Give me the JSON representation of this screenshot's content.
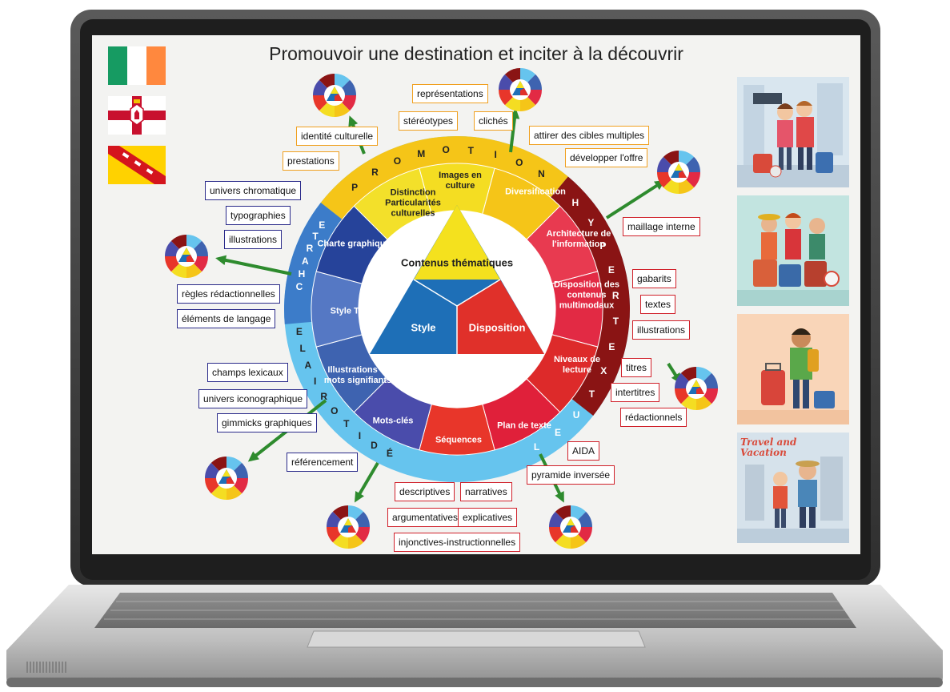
{
  "title": "Promouvoir une destination et inciter à la découvrir",
  "triangle": {
    "top": "Contenus thématiques",
    "left": "Style",
    "right": "Disposition"
  },
  "segments": [
    {
      "label": "Images en culture",
      "color": "#f4dd22"
    },
    {
      "label": "Diversification",
      "color": "#f5c518"
    },
    {
      "label": "Architecture de l'information",
      "color": "#e83a50"
    },
    {
      "label": "Disposition des contenus multimodaux",
      "color": "#e22a44"
    },
    {
      "label": "Niveaux de lecture",
      "color": "#dd2a2a"
    },
    {
      "label": "Plan de texte",
      "color": "#e0203a"
    },
    {
      "label": "Séquences",
      "color": "#e8362a"
    },
    {
      "label": "Mots-clés",
      "color": "#4a4cab"
    },
    {
      "label": "Illustrations et mots signifiants",
      "color": "#3e63b0"
    },
    {
      "label": "Style Ton",
      "color": "#5578c4"
    },
    {
      "label": "Charte graphique",
      "color": "#26439a"
    },
    {
      "label": "Distinction Particularités culturelles",
      "color": "#f3e02a"
    }
  ],
  "ring_letters": {
    "promotion": [
      "P",
      "R",
      "O",
      "M",
      "O",
      "T",
      "I",
      "O",
      "N"
    ],
    "hypertextuel": [
      "H",
      "Y",
      "P",
      "E",
      "R",
      "T",
      "E",
      "X",
      "T",
      "U",
      "E",
      "L"
    ],
    "charte": [
      "C",
      "H",
      "A",
      "R",
      "T",
      "E"
    ],
    "editoriale": [
      "É",
      "D",
      "I",
      "T",
      "O",
      "R",
      "I",
      "A",
      "L",
      "E"
    ]
  },
  "labels": {
    "identite_culturelle": "identité culturelle",
    "prestations": "prestations",
    "representations": "représentations",
    "stereotypes": "stéréotypes",
    "cliches": "clichés",
    "attirer": "attirer des cibles multiples",
    "developper": "développer l'offre",
    "univers_chromatique": "univers chromatique",
    "typographies": "typographies",
    "illustrations_left": "illustrations",
    "regles": "règles rédactionnelles",
    "elements_langage": "éléments de langage",
    "champs_lexicaux": "champs lexicaux",
    "univers_iconographique": "univers iconographique",
    "gimmicks": "gimmicks graphiques",
    "referencement": "référencement",
    "maillage": "maillage interne",
    "gabarits": "gabarits",
    "textes": "textes",
    "illustrations_right": "illustrations",
    "titres": "titres",
    "intertitres": "intertitres",
    "redactionnels": "rédactionnels",
    "aida": "AIDA",
    "pyramide": "pyramide inversée",
    "descriptives": "descriptives",
    "narratives": "narratives",
    "argumentatives": "argumentatives",
    "explicatives": "explicatives",
    "injonctives": "injonctives-instructionnelles"
  },
  "photo_text": "Travel and Vacation",
  "colors": {
    "orange_box": "#f0a020",
    "red_box": "#d0202a",
    "blue_box": "#2a2a8a",
    "arrow": "#2e8b2e",
    "outer_blue_ring": "#66c4ee",
    "outer_yellow_ring": "#f5c518",
    "outer_red_ring": "#8a1414"
  }
}
